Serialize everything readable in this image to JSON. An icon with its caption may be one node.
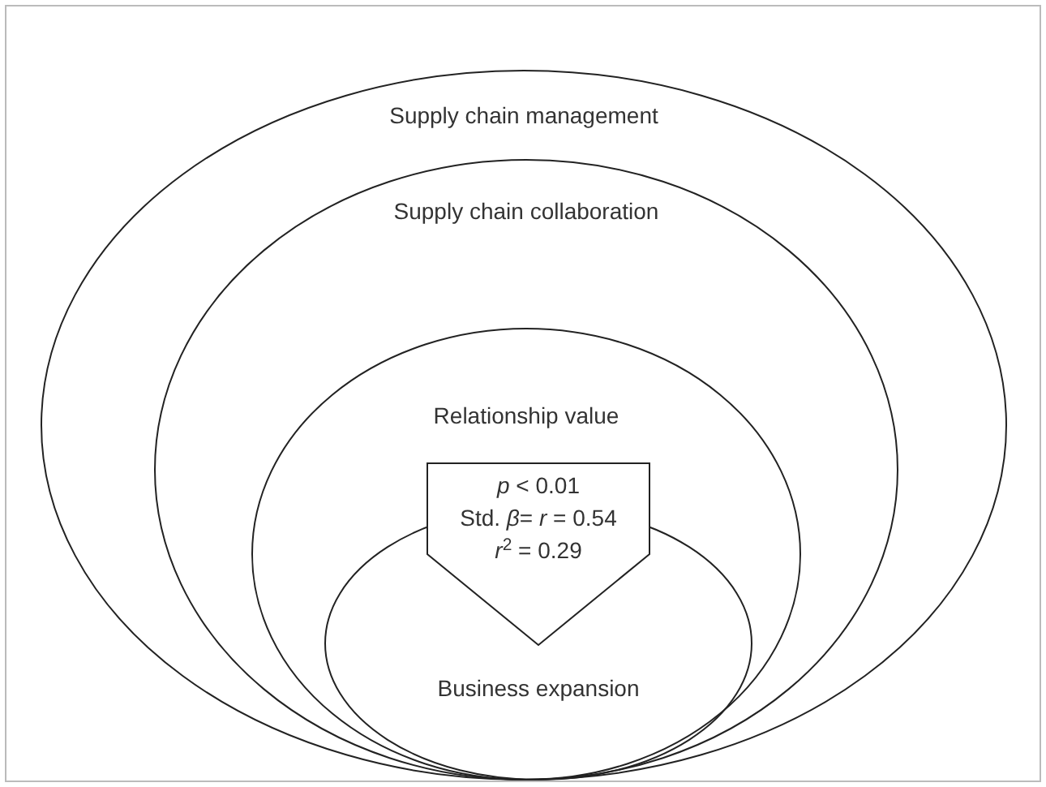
{
  "diagram": {
    "nodes": [
      {
        "text": [
          "Supply chain management"
        ]
      },
      {
        "text": [
          "Supply chain collaboration"
        ],
        "in": 0
      },
      {
        "text": [
          "Relationship value"
        ],
        "in": 1
      },
      {
        "text": [
          "Business expansion"
        ],
        "in": 2
      },
      {
        "text": [
          "*p* < 0.01",
          "Std. *β*= *r* = 0.54",
          "*r*$^{2}$ = 0.29"
        ],
        "in": 2
      }
    ]
  }
}
